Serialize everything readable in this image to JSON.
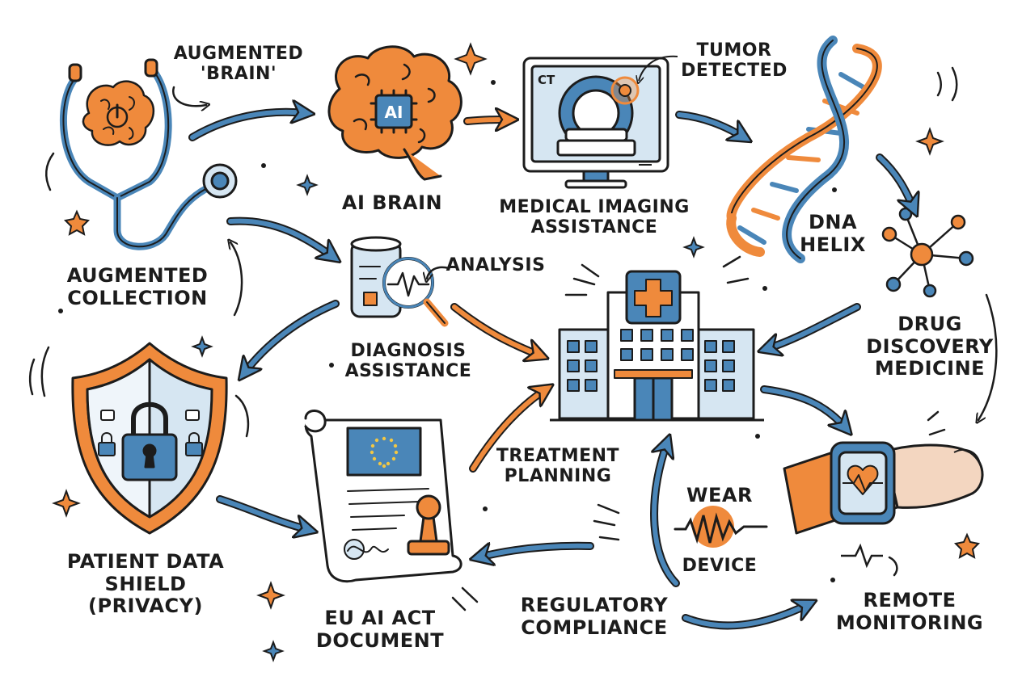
{
  "colors": {
    "blue": "#4a86b8",
    "orange": "#ef8a3c",
    "ink": "#1c1c1c",
    "light_blue": "#d6e6f2",
    "skin": "#f3d6c0"
  },
  "labels": {
    "augmented_brain": [
      "AUGMENTED",
      "'BRAIN'"
    ],
    "ai_brain": [
      "AI BRAIN"
    ],
    "medical_imaging": [
      "MEDICAL IMAGING",
      "ASSISTANCE"
    ],
    "tumor_detected": [
      "TUMOR",
      "DETECTED"
    ],
    "dna_helix": [
      "DNA",
      "HELIX"
    ],
    "augmented_collection": [
      "AUGMENTED",
      "COLLECTION"
    ],
    "analysis": [
      "ANALYSIS"
    ],
    "diagnosis": [
      "DIAGNOSIS",
      "ASSISTANCE"
    ],
    "drug_discovery": [
      "DRUG",
      "DISCOVERY",
      "MEDICINE"
    ],
    "treatment": [
      "TREATMENT",
      "PLANNING"
    ],
    "wear_device_top": [
      "WEAR"
    ],
    "wear_device_bottom": [
      "DEVICE"
    ],
    "patient_shield": [
      "PATIENT DATA",
      "SHIELD",
      "(PRIVACY)"
    ],
    "eu_ai_act": [
      "EU AI ACT",
      "DOCUMENT"
    ],
    "regulatory": [
      "REGULATORY",
      "COMPLIANCE"
    ],
    "remote_monitoring": [
      "REMOTE",
      "MONITORING"
    ]
  },
  "icon_text": {
    "ai_chip": "AI",
    "ct_screen": "CT"
  },
  "icons": [
    "stethoscope-icon",
    "ai-brain-icon",
    "ct-scanner-icon",
    "dna-helix-icon",
    "molecule-icon",
    "diagnosis-magnifier-icon",
    "hospital-icon",
    "privacy-shield-icon",
    "eu-act-document-icon",
    "smartwatch-icon",
    "wear-device-waveform-icon"
  ]
}
